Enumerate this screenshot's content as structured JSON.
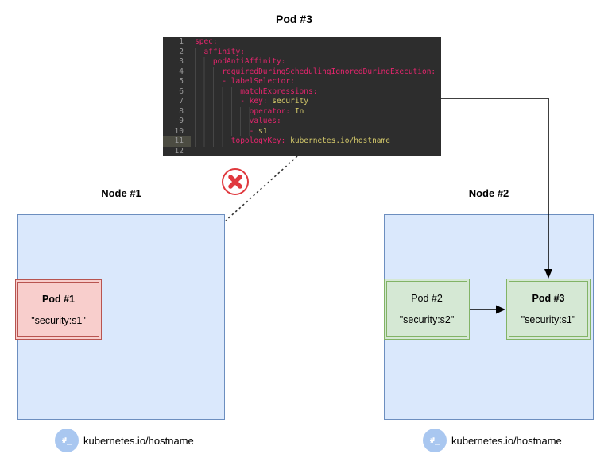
{
  "title": "Pod #3",
  "colors": {
    "node_fill": "#dae8fc",
    "node_border": "#6c8ebf",
    "pod_red_fill": "#f8cecc",
    "pod_red_border": "#b85450",
    "pod_green_fill": "#d5e8d4",
    "pod_green_border": "#82b366",
    "code_background": "#2d2d2d",
    "code_key": "#e5256d",
    "code_value": "#d4c96a",
    "blocked_red": "#e0393e",
    "hostname_icon": "#a9c7f0"
  },
  "code_block": {
    "lines": [
      {
        "n": "1",
        "segments": [
          {
            "c": "k",
            "t": "spec:"
          }
        ]
      },
      {
        "n": "2",
        "segments": [
          {
            "c": "i",
            "t": "  "
          },
          {
            "c": "k",
            "t": "affinity:"
          }
        ]
      },
      {
        "n": "3",
        "segments": [
          {
            "c": "i",
            "t": "    "
          },
          {
            "c": "k",
            "t": "podAntiAffinity:"
          }
        ]
      },
      {
        "n": "4",
        "segments": [
          {
            "c": "i",
            "t": "      "
          },
          {
            "c": "k",
            "t": "requiredDuringSchedulingIgnoredDuringExecution:"
          }
        ]
      },
      {
        "n": "5",
        "segments": [
          {
            "c": "i",
            "t": "      "
          },
          {
            "c": "k",
            "t": "- labelSelector:"
          }
        ]
      },
      {
        "n": "6",
        "segments": [
          {
            "c": "i",
            "t": "          "
          },
          {
            "c": "k",
            "t": "matchExpressions:"
          }
        ]
      },
      {
        "n": "7",
        "segments": [
          {
            "c": "i",
            "t": "          "
          },
          {
            "c": "k",
            "t": "- key:"
          },
          {
            "c": "v",
            "t": " security"
          }
        ]
      },
      {
        "n": "8",
        "segments": [
          {
            "c": "i",
            "t": "            "
          },
          {
            "c": "k",
            "t": "operator:"
          },
          {
            "c": "v",
            "t": " In"
          }
        ]
      },
      {
        "n": "9",
        "segments": [
          {
            "c": "i",
            "t": "            "
          },
          {
            "c": "k",
            "t": "values:"
          }
        ]
      },
      {
        "n": "10",
        "segments": [
          {
            "c": "i",
            "t": "            "
          },
          {
            "c": "k",
            "t": "- "
          },
          {
            "c": "v",
            "t": "s1"
          }
        ]
      },
      {
        "n": "11",
        "hl": true,
        "segments": [
          {
            "c": "i",
            "t": "        "
          },
          {
            "c": "k",
            "t": "topologyKey:"
          },
          {
            "c": "v",
            "t": " kubernetes.io/hostname"
          }
        ]
      },
      {
        "n": "12",
        "segments": []
      }
    ]
  },
  "nodes": {
    "node1": {
      "title": "Node #1",
      "hostname": "kubernetes.io/hostname",
      "icon": "#_"
    },
    "node2": {
      "title": "Node #2",
      "hostname": "kubernetes.io/hostname",
      "icon": "#_"
    }
  },
  "pods": {
    "pod1": {
      "name": "Pod #1",
      "label": "\"security:s1\""
    },
    "pod2": {
      "name": "Pod #2",
      "label": "\"security:s2\""
    },
    "pod3": {
      "name": "Pod #3",
      "label": "\"security:s1\""
    }
  }
}
